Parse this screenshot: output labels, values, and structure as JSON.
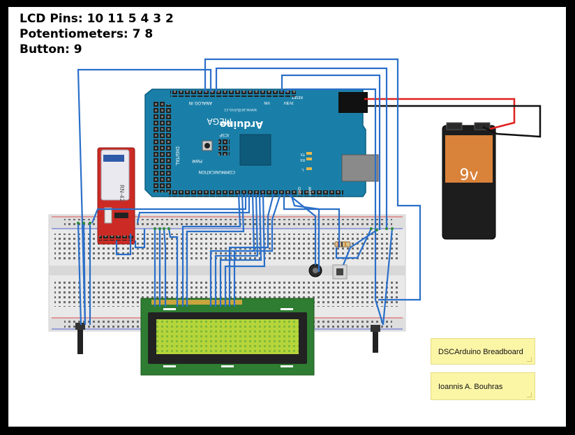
{
  "header": {
    "lcd_pins": "LCD Pins: 10 11 5 4 3 2",
    "potentiometers": "Potentiometers: 7 8",
    "button": "Button: 9"
  },
  "notes": [
    {
      "text": "DSCArduino Breadboard"
    },
    {
      "text": "Ioannis A. Bouhras"
    }
  ],
  "arduino": {
    "brand": "Arduino",
    "model": "MEGA",
    "site": "www.arduino.cc",
    "analog_in": "ANALOG IN",
    "digital": "DIGITAL",
    "communication": "COMMUNICATION",
    "pwm": "PWM",
    "icsp": "ICSP",
    "tx": "TX",
    "rx": "RX",
    "l": "L",
    "aref": "AREF",
    "gnd": "GND",
    "v5": "5V",
    "v3": "3V3",
    "vin": "VIN",
    "reset": "RESET"
  },
  "bluetooth_module": {
    "label": "RN-42"
  },
  "battery": {
    "label": "9v"
  },
  "colors": {
    "wire": "#2a6fc9",
    "arduino": "#1a7fa8",
    "lcd_screen": "#b6d53a",
    "pcb_green": "#2e7d32",
    "battery_orange": "#d9823a",
    "red_wire": "#e0201e",
    "note_bg": "#fbf5a6",
    "bt_module": "#cc2b25"
  }
}
